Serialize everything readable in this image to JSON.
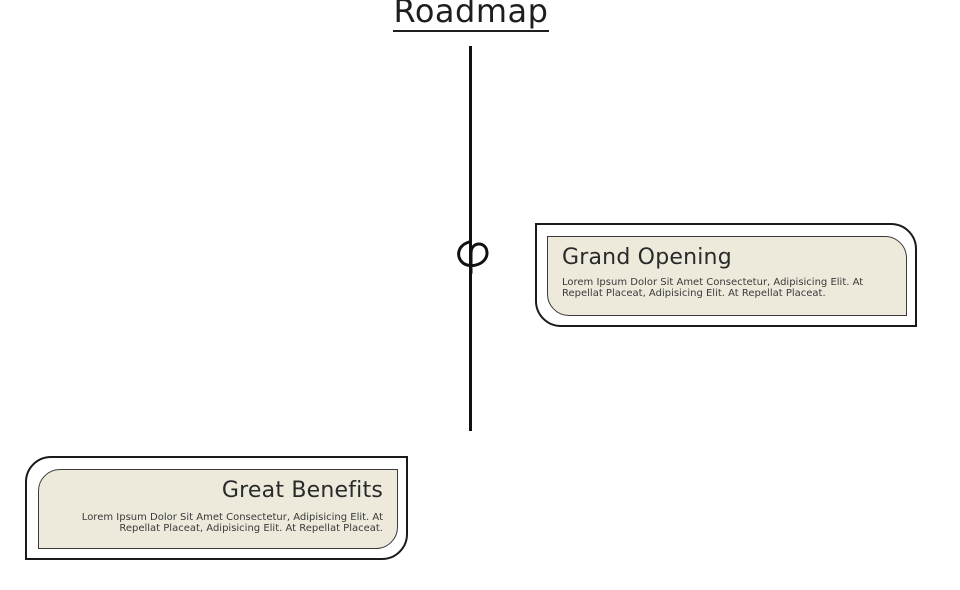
{
  "title": "Roadmap",
  "milestones": [
    {
      "heading": "Grand Opening",
      "text": "Lorem Ipsum Dolor Sit Amet Consectetur, Adipisicing Elit. At Repellat Placeat, Adipisicing Elit. At Repellat Placeat."
    },
    {
      "heading": "Great Benefits",
      "text": "Lorem Ipsum Dolor Sit Amet Consectetur, Adipisicing Elit. At Repellat Placeat, Adipisicing Elit. At Repellat Placeat."
    }
  ],
  "icons": {
    "timeline_marker": "loop-icon"
  },
  "colors": {
    "card_fill": "#edeadc",
    "line": "#111111",
    "text": "#1e1e1e"
  }
}
